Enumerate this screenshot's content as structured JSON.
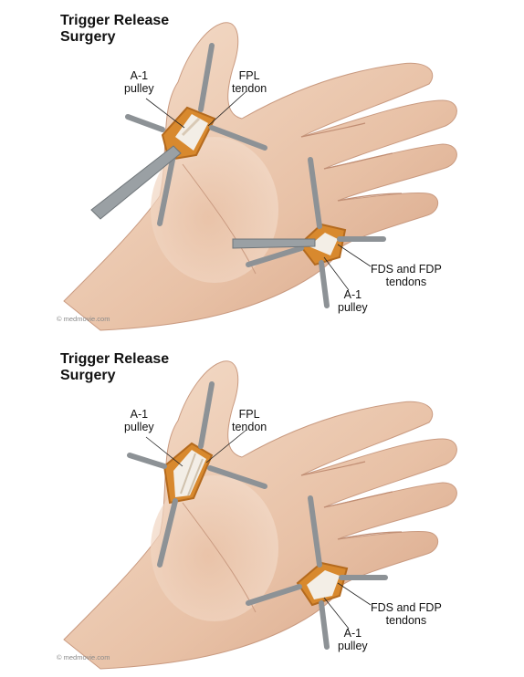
{
  "panels": [
    {
      "title": "Trigger Release\nSurgery",
      "labels": {
        "a1_thumb": "A-1\npulley",
        "fpl": "FPL\ntendon",
        "fds_fdp": "FDS and FDP\ntendons",
        "a1_finger": "A-1\npulley"
      },
      "copyright": "© medmovie.com"
    },
    {
      "title": "Trigger Release\nSurgery",
      "labels": {
        "a1_thumb": "A-1\npulley",
        "fpl": "FPL\ntendon",
        "fds_fdp": "FDS and FDP\ntendons",
        "a1_finger": "A-1\npulley"
      },
      "copyright": "© medmovie.com"
    }
  ],
  "colors": {
    "skin_light": "#f1d7c3",
    "skin_mid": "#e2b79d",
    "skin_shadow": "#c9977c",
    "incision": "#d8892e",
    "tendon": "#f3eee6",
    "retractor": "#8d9296"
  }
}
